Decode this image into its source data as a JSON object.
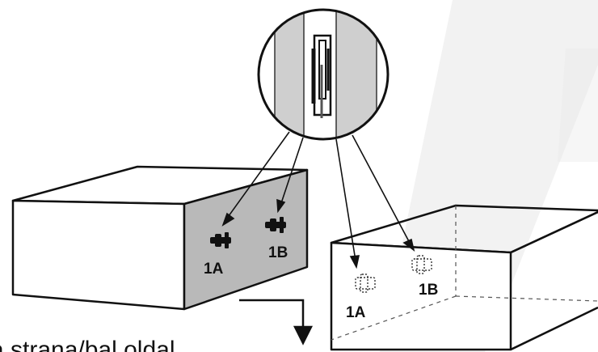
{
  "labels": {
    "left_1a": "1A",
    "left_1b": "1B",
    "right_1a": "1A",
    "right_1b": "1B"
  },
  "caption": "a strana/bal oldal",
  "colors": {
    "stroke": "#111111",
    "side_panel": "#b8b8b8",
    "zoom_panel": "#c8c8c8",
    "watermark": "#e6e6e6"
  },
  "icons": [
    "hinge-bracket-icon",
    "hinge-outline-icon",
    "down-arrow-icon",
    "magnifier-circle-icon"
  ]
}
